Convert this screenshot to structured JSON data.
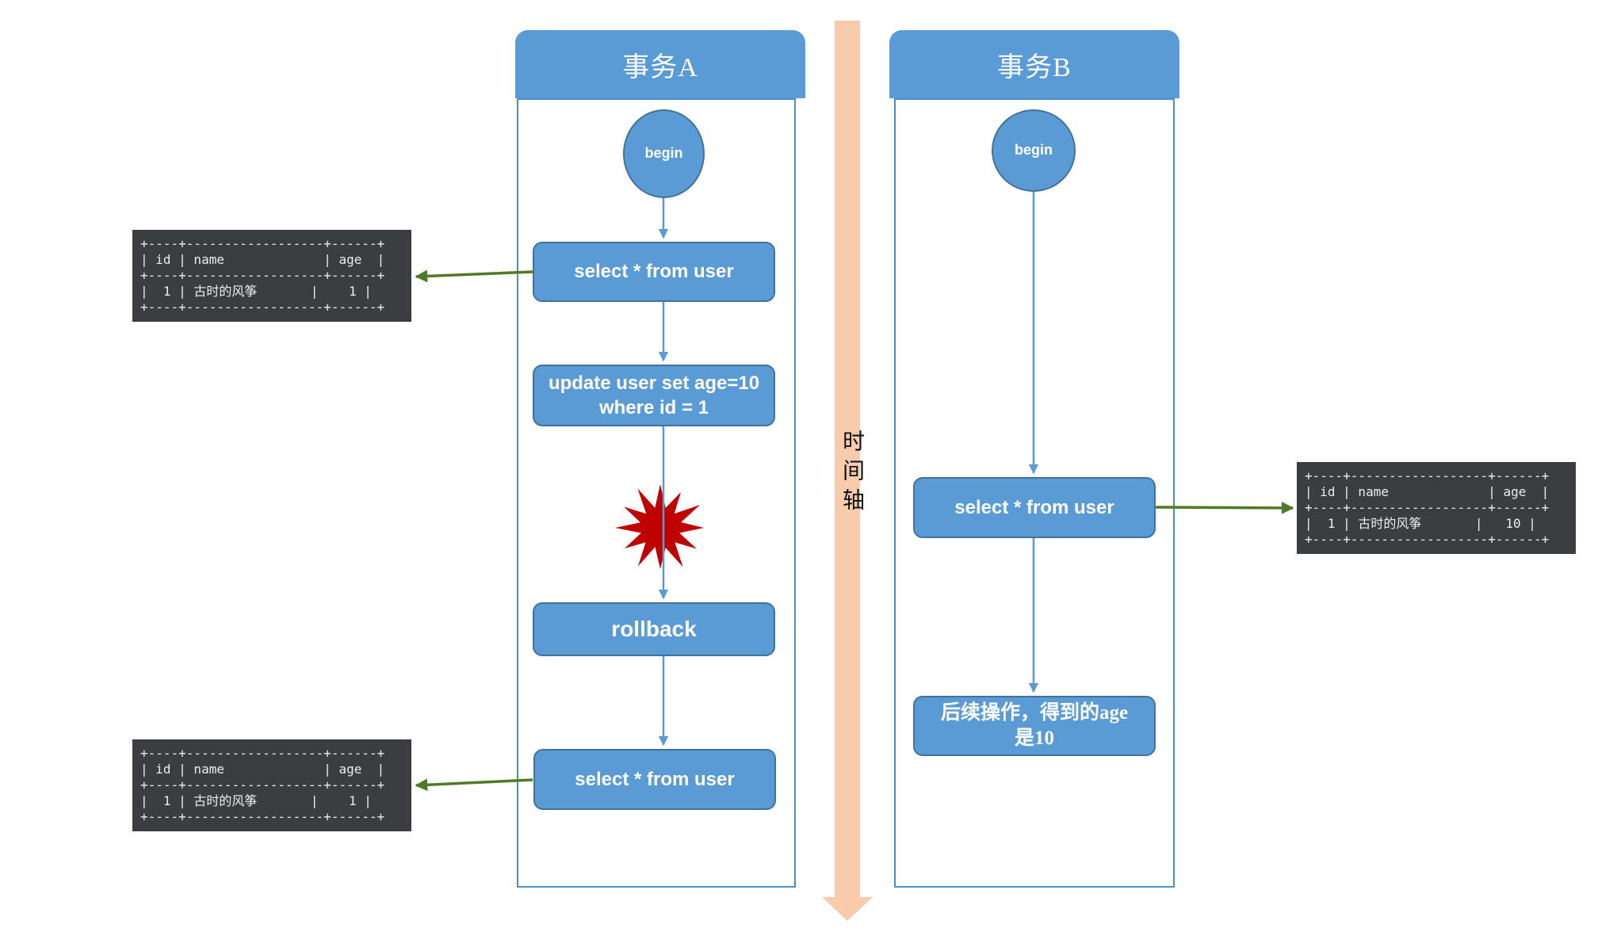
{
  "transaction_a": {
    "title": "事务A",
    "begin": "begin",
    "select1": "select * from user",
    "update": "update user set age=10\nwhere id = 1",
    "rollback": "rollback",
    "select2": "select * from user"
  },
  "transaction_b": {
    "title": "事务B",
    "begin": "begin",
    "select1": "select * from user",
    "note": "后续操作，得到的age\n是10"
  },
  "timeline": {
    "label": "时间轴"
  },
  "tables": {
    "a_first_read": "+----+------------------+------+\n| id | name             | age  |\n+----+------------------+------+\n|  1 | 古时的风筝       |    1 |\n+----+------------------+------+",
    "a_second_read": "+----+------------------+------+\n| id | name             | age  |\n+----+------------------+------+\n|  1 | 古时的风筝       |    1 |\n+----+------------------+------+",
    "b_read": "+----+------------------+------+\n| id | name             | age  |\n+----+------------------+------+\n|  1 | 古时的风筝       |   10 |\n+----+------------------+------+"
  },
  "colors": {
    "box_blue": "#5b9bd5",
    "box_border": "#41719c",
    "lane_border": "#4a8fcb",
    "flow_arrow_blue": "#5b9bd5",
    "result_arrow_green": "#4f7a28",
    "timeline_peach": "#f8cbad",
    "explosion_red": "#c00000",
    "table_background": "#3b3e41",
    "table_text": "#ececec"
  }
}
